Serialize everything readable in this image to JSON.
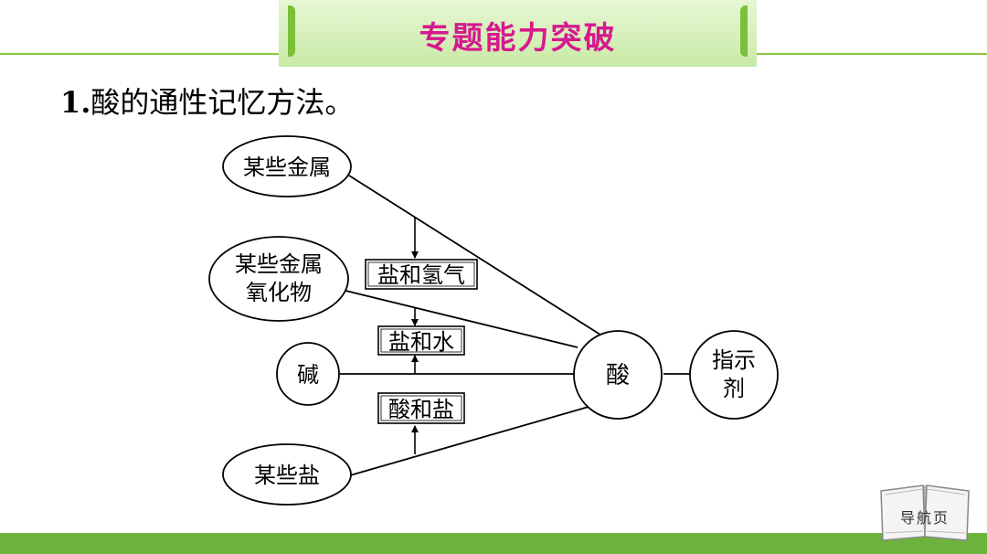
{
  "header": {
    "title": "专题能力突破"
  },
  "heading": {
    "number": "1.",
    "text": "酸的通性记忆方法。"
  },
  "diagram": {
    "nodes": {
      "metal": "某些金属",
      "metal_oxide_line1": "某些金属",
      "metal_oxide_line2": "氧化物",
      "base": "碱",
      "acid": "酸",
      "indicator_line1": "指示",
      "indicator_line2": "剂",
      "salt": "某些盐"
    },
    "products": {
      "salt_hydrogen": "盐和氢气",
      "salt_water": "盐和水",
      "acid_salt": "酸和盐"
    }
  },
  "nav": {
    "label": "导航页"
  }
}
